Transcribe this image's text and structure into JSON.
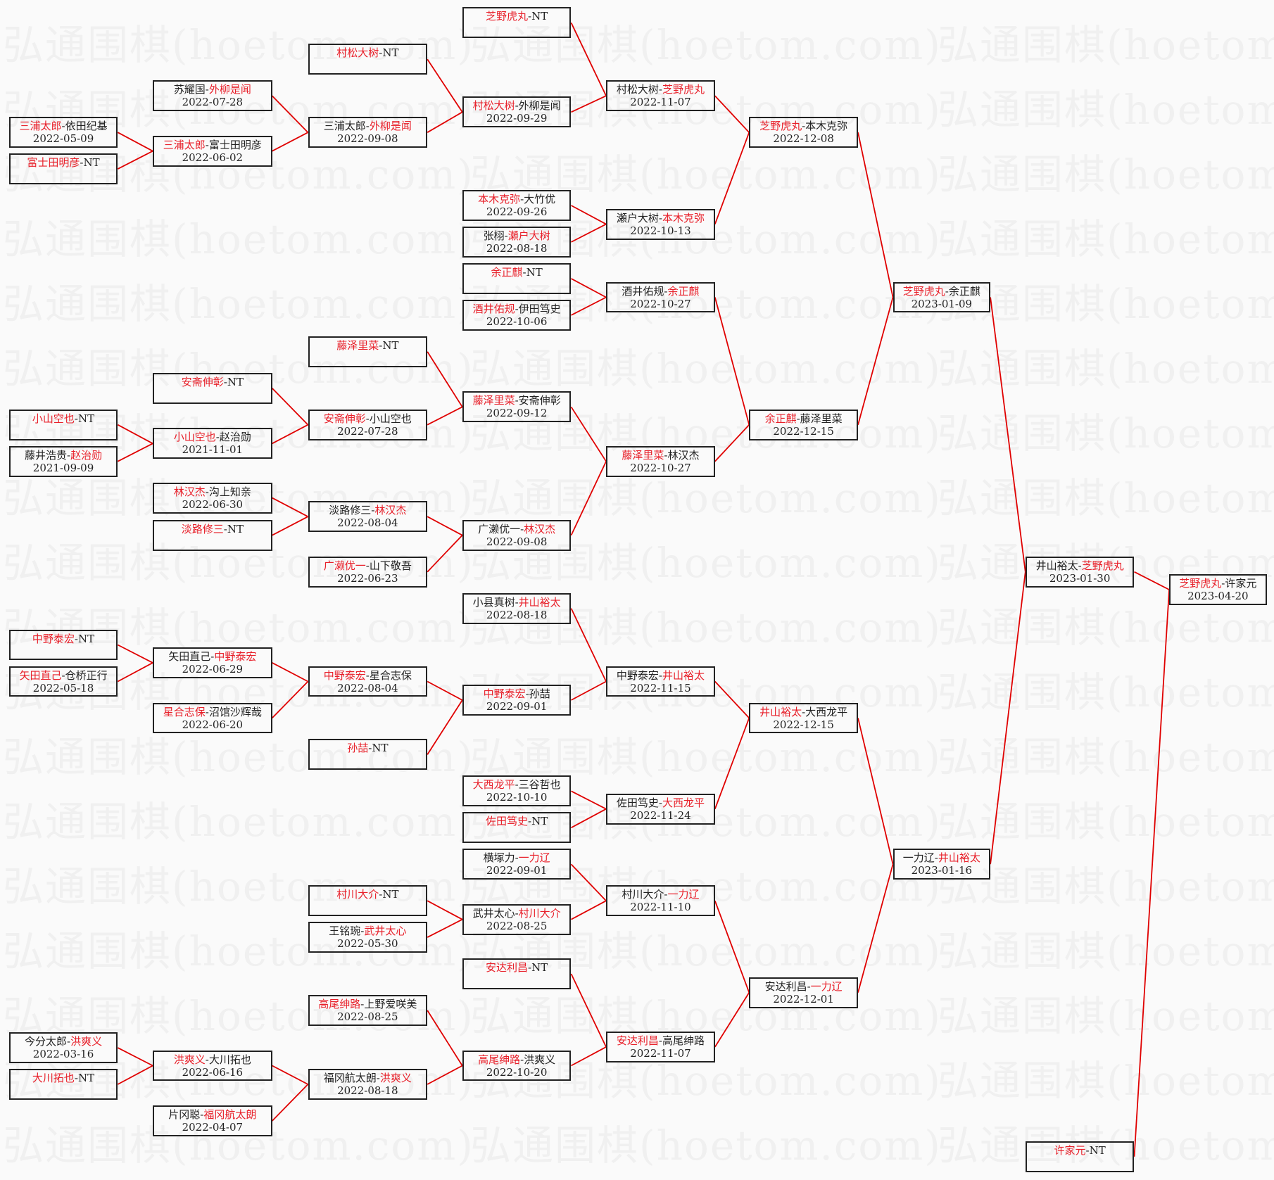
{
  "watermark": "弘通围棋(hoetom.com)",
  "colors": {
    "winner": "#e8202a",
    "line": "#e00000",
    "text": "#222222"
  },
  "bye_label": "NT",
  "matches": [
    {
      "id": "f",
      "a": "芝野虎丸",
      "b": "许家元",
      "winner": 0,
      "date": "2023-04-20"
    },
    {
      "id": "s1",
      "a": "井山裕太",
      "b": "芝野虎丸",
      "winner": 1,
      "date": "2023-01-30",
      "next": "f"
    },
    {
      "id": "x",
      "a": "许家元",
      "b": "NT",
      "winner": 0,
      "date": "",
      "next": "f"
    },
    {
      "id": "q1",
      "a": "芝野虎丸",
      "b": "余正麒",
      "winner": 0,
      "date": "2023-01-09",
      "next": "s1"
    },
    {
      "id": "q2",
      "a": "一力辽",
      "b": "井山裕太",
      "winner": 1,
      "date": "2023-01-16",
      "next": "s1"
    },
    {
      "id": "r1",
      "a": "芝野虎丸",
      "b": "本木克弥",
      "winner": 0,
      "date": "2022-12-08",
      "next": "q1"
    },
    {
      "id": "r2",
      "a": "余正麒",
      "b": "藤泽里菜",
      "winner": 0,
      "date": "2022-12-15",
      "next": "q1"
    },
    {
      "id": "r3",
      "a": "井山裕太",
      "b": "大西龙平",
      "winner": 0,
      "date": "2022-12-15",
      "next": "q2"
    },
    {
      "id": "r4",
      "a": "安达利昌",
      "b": "一力辽",
      "winner": 1,
      "date": "2022-12-01",
      "next": "q2"
    },
    {
      "id": "t1",
      "a": "村松大树",
      "b": "芝野虎丸",
      "winner": 1,
      "date": "2022-11-07",
      "next": "r1"
    },
    {
      "id": "t2",
      "a": "瀬户大树",
      "b": "本木克弥",
      "winner": 1,
      "date": "2022-10-13",
      "next": "r1"
    },
    {
      "id": "t3",
      "a": "酒井佑规",
      "b": "余正麒",
      "winner": 1,
      "date": "2022-10-27",
      "next": "r2"
    },
    {
      "id": "t4",
      "a": "藤泽里菜",
      "b": "林汉杰",
      "winner": 0,
      "date": "2022-10-27",
      "next": "r2"
    },
    {
      "id": "t5",
      "a": "中野泰宏",
      "b": "井山裕太",
      "winner": 1,
      "date": "2022-11-15",
      "next": "r3"
    },
    {
      "id": "t6",
      "a": "佐田笃史",
      "b": "大西龙平",
      "winner": 1,
      "date": "2022-11-24",
      "next": "r3"
    },
    {
      "id": "t7",
      "a": "村川大介",
      "b": "一力辽",
      "winner": 1,
      "date": "2022-11-10",
      "next": "r4"
    },
    {
      "id": "t8",
      "a": "安达利昌",
      "b": "高尾绅路",
      "winner": 0,
      "date": "2022-11-07",
      "next": "r4"
    },
    {
      "id": "u1",
      "a": "芝野虎丸",
      "b": "NT",
      "winner": 0,
      "date": "",
      "next": "t1"
    },
    {
      "id": "u2",
      "a": "村松大树",
      "b": "外柳是闻",
      "winner": 0,
      "date": "2022-09-29",
      "next": "t1"
    },
    {
      "id": "u3",
      "a": "本木克弥",
      "b": "大竹优",
      "winner": 0,
      "date": "2022-09-26",
      "next": "t2"
    },
    {
      "id": "u4",
      "a": "张栩",
      "b": "瀬户大树",
      "winner": 1,
      "date": "2022-08-18",
      "next": "t2"
    },
    {
      "id": "u5",
      "a": "余正麒",
      "b": "NT",
      "winner": 0,
      "date": "",
      "next": "t3"
    },
    {
      "id": "u6",
      "a": "酒井佑规",
      "b": "伊田笃史",
      "winner": 0,
      "date": "2022-10-06",
      "next": "t3"
    },
    {
      "id": "u7",
      "a": "藤泽里菜",
      "b": "安斋伸彰",
      "winner": 0,
      "date": "2022-09-12",
      "next": "t4"
    },
    {
      "id": "u8",
      "a": "广濑优一",
      "b": "林汉杰",
      "winner": 1,
      "date": "2022-09-08",
      "next": "t4"
    },
    {
      "id": "u9",
      "a": "小县真树",
      "b": "井山裕太",
      "winner": 1,
      "date": "2022-08-18",
      "next": "t5"
    },
    {
      "id": "u10",
      "a": "中野泰宏",
      "b": "孙喆",
      "winner": 0,
      "date": "2022-09-01",
      "next": "t5"
    },
    {
      "id": "u11",
      "a": "大西龙平",
      "b": "三谷哲也",
      "winner": 0,
      "date": "2022-10-10",
      "next": "t6"
    },
    {
      "id": "u12",
      "a": "佐田笃史",
      "b": "NT",
      "winner": 0,
      "date": "",
      "next": "t6"
    },
    {
      "id": "u13",
      "a": "横塚力",
      "b": "一力辽",
      "winner": 1,
      "date": "2022-09-01",
      "next": "t7"
    },
    {
      "id": "u14",
      "a": "武井太心",
      "b": "村川大介",
      "winner": 1,
      "date": "2022-08-25",
      "next": "t7"
    },
    {
      "id": "u15",
      "a": "安达利昌",
      "b": "NT",
      "winner": 0,
      "date": "",
      "next": "t8"
    },
    {
      "id": "u16",
      "a": "高尾绅路",
      "b": "洪爽义",
      "winner": 0,
      "date": "2022-10-20",
      "next": "t8"
    },
    {
      "id": "v1",
      "a": "村松大树",
      "b": "NT",
      "winner": 0,
      "date": "",
      "next": "u2"
    },
    {
      "id": "v2",
      "a": "三浦太郎",
      "b": "外柳是闻",
      "winner": 1,
      "date": "2022-09-08",
      "next": "u2"
    },
    {
      "id": "v3",
      "a": "藤泽里菜",
      "b": "NT",
      "winner": 0,
      "date": "",
      "next": "u7"
    },
    {
      "id": "v4",
      "a": "安斋伸彰",
      "b": "小山空也",
      "winner": 0,
      "date": "2022-07-28",
      "next": "u7"
    },
    {
      "id": "v5",
      "a": "淡路修三",
      "b": "林汉杰",
      "winner": 1,
      "date": "2022-08-04",
      "next": "u8"
    },
    {
      "id": "v6",
      "a": "广濑优一",
      "b": "山下敬吾",
      "winner": 0,
      "date": "2022-06-23",
      "next": "u8"
    },
    {
      "id": "v7",
      "a": "中野泰宏",
      "b": "星合志保",
      "winner": 0,
      "date": "2022-08-04",
      "next": "u10"
    },
    {
      "id": "v8",
      "a": "孙喆",
      "b": "NT",
      "winner": 0,
      "date": "",
      "next": "u10"
    },
    {
      "id": "v9",
      "a": "村川大介",
      "b": "NT",
      "winner": 0,
      "date": "",
      "next": "u14"
    },
    {
      "id": "v10",
      "a": "王铭琬",
      "b": "武井太心",
      "winner": 1,
      "date": "2022-05-30",
      "next": "u14"
    },
    {
      "id": "v11",
      "a": "高尾绅路",
      "b": "上野爱咲美",
      "winner": 0,
      "date": "2022-08-25",
      "next": "u16"
    },
    {
      "id": "v12",
      "a": "福冈航太朗",
      "b": "洪爽义",
      "winner": 1,
      "date": "2022-08-18",
      "next": "u16"
    },
    {
      "id": "w1",
      "a": "苏耀国",
      "b": "外柳是闻",
      "winner": 1,
      "date": "2022-07-28",
      "next": "v2"
    },
    {
      "id": "w2",
      "a": "三浦太郎",
      "b": "富士田明彦",
      "winner": 0,
      "date": "2022-06-02",
      "next": "v2"
    },
    {
      "id": "w3",
      "a": "安斋伸彰",
      "b": "NT",
      "winner": 0,
      "date": "",
      "next": "v4"
    },
    {
      "id": "w4",
      "a": "小山空也",
      "b": "赵治勋",
      "winner": 0,
      "date": "2021-11-01",
      "next": "v4"
    },
    {
      "id": "w5",
      "a": "林汉杰",
      "b": "沟上知亲",
      "winner": 0,
      "date": "2022-06-30",
      "next": "v5"
    },
    {
      "id": "w6",
      "a": "淡路修三",
      "b": "NT",
      "winner": 0,
      "date": "",
      "next": "v5"
    },
    {
      "id": "w7",
      "a": "矢田直己",
      "b": "中野泰宏",
      "winner": 1,
      "date": "2022-06-29",
      "next": "v7"
    },
    {
      "id": "w8",
      "a": "星合志保",
      "b": "沼馆沙辉哉",
      "winner": 0,
      "date": "2022-06-20",
      "next": "v7"
    },
    {
      "id": "w9",
      "a": "洪爽义",
      "b": "大川拓也",
      "winner": 0,
      "date": "2022-06-16",
      "next": "v12"
    },
    {
      "id": "w10",
      "a": "片冈聪",
      "b": "福冈航太朗",
      "winner": 1,
      "date": "2022-04-07",
      "next": "v12"
    },
    {
      "id": "y1",
      "a": "三浦太郎",
      "b": "依田纪基",
      "winner": 0,
      "date": "2022-05-09",
      "next": "w2"
    },
    {
      "id": "y2",
      "a": "富士田明彦",
      "b": "NT",
      "winner": 0,
      "date": "",
      "next": "w2"
    },
    {
      "id": "y3",
      "a": "小山空也",
      "b": "NT",
      "winner": 0,
      "date": "",
      "next": "w4"
    },
    {
      "id": "y4",
      "a": "藤井浩贵",
      "b": "赵治勋",
      "winner": 1,
      "date": "2021-09-09",
      "next": "w4"
    },
    {
      "id": "y5",
      "a": "中野泰宏",
      "b": "NT",
      "winner": 0,
      "date": "",
      "next": "w7"
    },
    {
      "id": "y6",
      "a": "矢田直己",
      "b": "仓桥正行",
      "winner": 0,
      "date": "2022-05-18",
      "next": "w7"
    },
    {
      "id": "y7",
      "a": "今分太郎",
      "b": "洪爽义",
      "winner": 1,
      "date": "2022-03-16",
      "next": "w9"
    },
    {
      "id": "y8",
      "a": "大川拓也",
      "b": "NT",
      "winner": 0,
      "date": "",
      "next": "w9"
    }
  ]
}
